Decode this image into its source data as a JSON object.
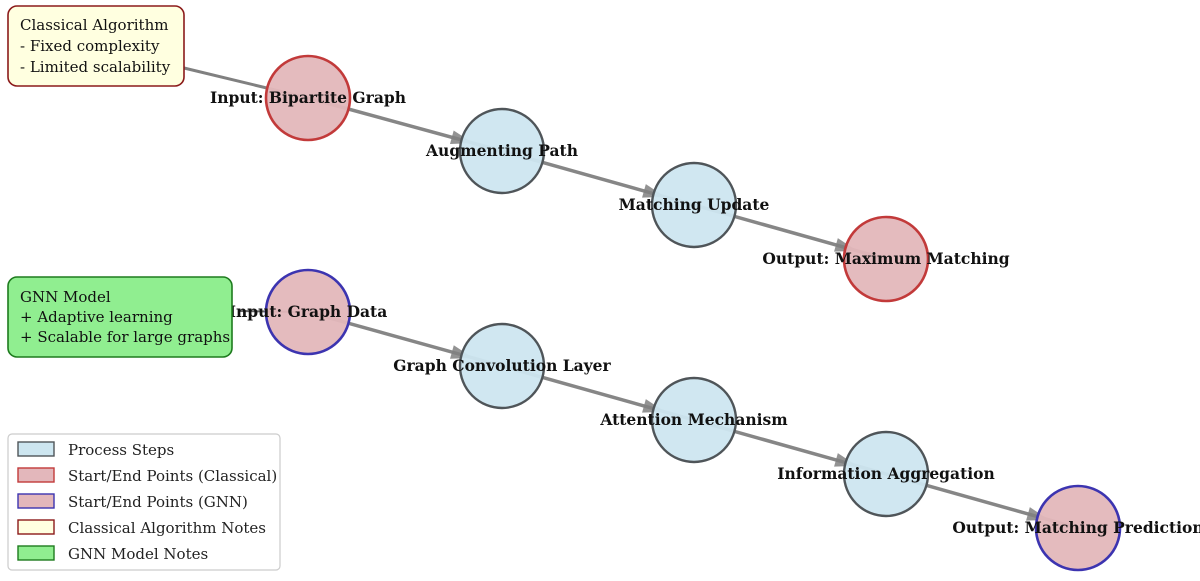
{
  "colors": {
    "process_fill": "#cde6f0",
    "process_stroke": "#4f5559",
    "start_end_fill": "#e3b7bb",
    "classical_stroke": "#c23a3a",
    "gnn_stroke": "#3c34b0",
    "classical_note_fill": "#ffffe0",
    "classical_note_stroke": "#8b1a1a",
    "gnn_note_fill": "#90ee90",
    "gnn_note_stroke": "#1e7b1e",
    "edge": "#808080"
  },
  "classical_flow": {
    "nodes": [
      {
        "label": "Input: Bipartite Graph",
        "kind": "start_end"
      },
      {
        "label": "Augmenting Path",
        "kind": "process"
      },
      {
        "label": "Matching Update",
        "kind": "process"
      },
      {
        "label": "Output: Maximum Matching",
        "kind": "start_end"
      }
    ]
  },
  "gnn_flow": {
    "nodes": [
      {
        "label": "Input: Graph Data",
        "kind": "start_end"
      },
      {
        "label": "Graph Convolution Layer",
        "kind": "process"
      },
      {
        "label": "Attention Mechanism",
        "kind": "process"
      },
      {
        "label": "Information Aggregation",
        "kind": "process"
      },
      {
        "label": "Output: Matching Prediction",
        "kind": "start_end"
      }
    ]
  },
  "notes": {
    "classical": {
      "title": "Classical Algorithm",
      "lines": [
        "- Fixed complexity",
        "- Limited scalability"
      ]
    },
    "gnn": {
      "title": "GNN Model",
      "lines": [
        "+ Adaptive learning",
        "+ Scalable for large graphs"
      ]
    }
  },
  "legend": [
    {
      "label": "Process Steps"
    },
    {
      "label": "Start/End Points (Classical)"
    },
    {
      "label": "Start/End Points (GNN)"
    },
    {
      "label": "Classical Algorithm Notes"
    },
    {
      "label": "GNN Model Notes"
    }
  ]
}
